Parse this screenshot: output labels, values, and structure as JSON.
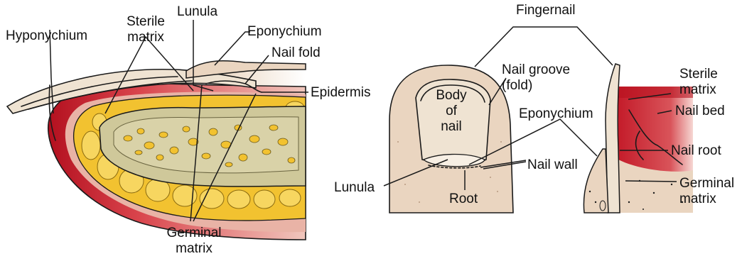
{
  "labels": {
    "lunula_top": "Lunula",
    "sterile_matrix_left_1": "Sterile",
    "sterile_matrix_left_2": "matrix",
    "hyponychium": "Hyponychium",
    "eponychium_left": "Eponychium",
    "nail_fold": "Nail fold",
    "epidermis": "Epidermis",
    "germinal_matrix_left_1": "Germinal",
    "germinal_matrix_left_2": "matrix",
    "fingernail": "Fingernail",
    "body_of_nail_1": "Body",
    "body_of_nail_2": "of",
    "body_of_nail_3": "nail",
    "nail_groove_1": "Nail groove",
    "nail_groove_2": "(fold)",
    "eponychium_right": "Eponychium",
    "nail_wall": "Nail wall",
    "lunula_bottom": "Lunula",
    "root": "Root",
    "sterile_matrix_right_1": "Sterile",
    "sterile_matrix_right_2": "matrix",
    "nail_bed": "Nail bed",
    "nail_root": "Nail root",
    "germinal_matrix_right_1": "Germinal",
    "germinal_matrix_right_2": "matrix"
  },
  "colors": {
    "skin": "#ead5c0",
    "skin_dark": "#d9bfa6",
    "flesh_red": "#c8192a",
    "flesh_pink": "#e49a9a",
    "bone_marrow": "#f2c230",
    "bone": "#cfc89a",
    "nail": "#efe3d2"
  }
}
